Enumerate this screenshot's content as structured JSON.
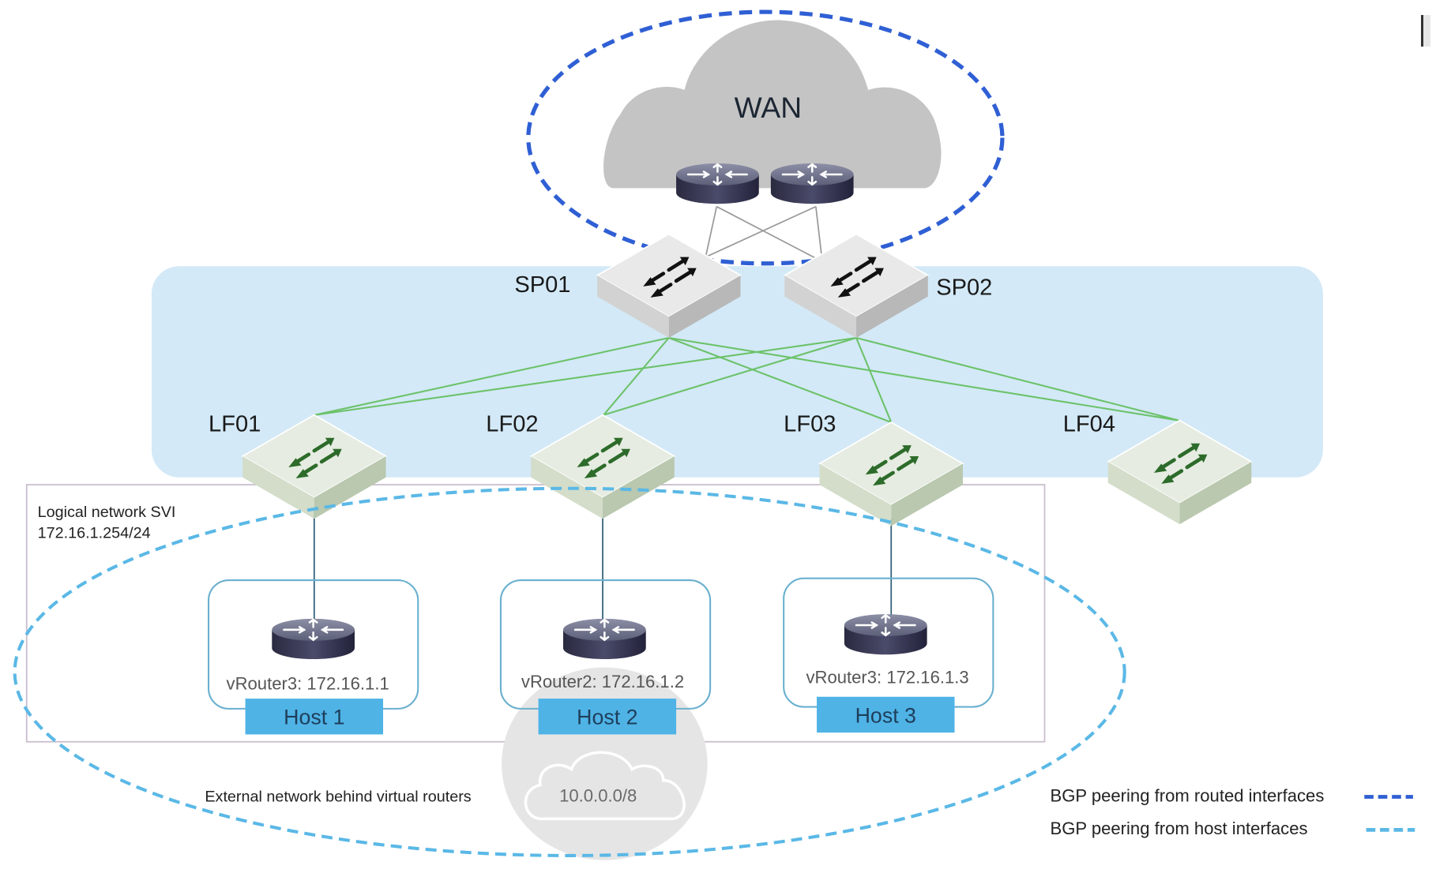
{
  "wan": {
    "label": "WAN",
    "routers": [
      "wan-router-1",
      "wan-router-2"
    ]
  },
  "spines": [
    {
      "id": "sp01",
      "label": "SP01"
    },
    {
      "id": "sp02",
      "label": "SP02"
    }
  ],
  "leaves": [
    {
      "id": "lf01",
      "label": "LF01"
    },
    {
      "id": "lf02",
      "label": "LF02"
    },
    {
      "id": "lf03",
      "label": "LF03"
    },
    {
      "id": "lf04",
      "label": "LF04"
    }
  ],
  "logical_network": {
    "title": "Logical network SVI",
    "subnet": "172.16.1.254/24"
  },
  "hosts": [
    {
      "id": "host1",
      "label": "Host 1",
      "vrouter": "vRouter3: 172.16.1.1"
    },
    {
      "id": "host2",
      "label": "Host 2",
      "vrouter": "vRouter2: 172.16.1.2"
    },
    {
      "id": "host3",
      "label": "Host 3",
      "vrouter": "vRouter3: 172.16.1.3"
    }
  ],
  "external": {
    "caption": "External network behind virtual routers",
    "prefix": "10.0.0.0/8"
  },
  "legend": [
    {
      "label": "BGP peering from routed interfaces",
      "color": "#2f5fd4"
    },
    {
      "label": "BGP peering from host interfaces",
      "color": "#5ab8e6"
    }
  ],
  "colors": {
    "fabric_bg": "#d3e9f7",
    "routed_bgp": "#2f5fd4",
    "host_bgp": "#5ab8e6",
    "fabric_link": "#6cc26a",
    "host_label_bg": "#4fb3e6",
    "cloud": "#c4c4c4"
  }
}
